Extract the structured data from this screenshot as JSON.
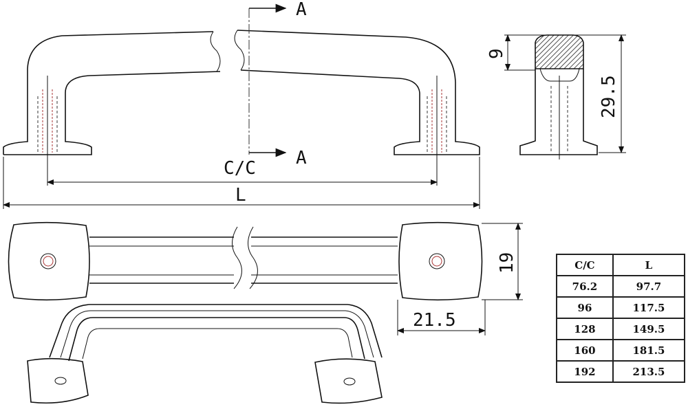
{
  "labels": {
    "section_top": "A",
    "section_bottom": "A",
    "cc": "C/C",
    "length": "L",
    "cap_height": "9",
    "total_height": "29.5",
    "width": "19",
    "foot_length": "21.5"
  },
  "table": {
    "headers": [
      "C/C",
      "L"
    ],
    "rows": [
      [
        "76.2",
        "97.7"
      ],
      [
        "96",
        "117.5"
      ],
      [
        "128",
        "149.5"
      ],
      [
        "160",
        "181.5"
      ],
      [
        "192",
        "213.5"
      ]
    ]
  }
}
